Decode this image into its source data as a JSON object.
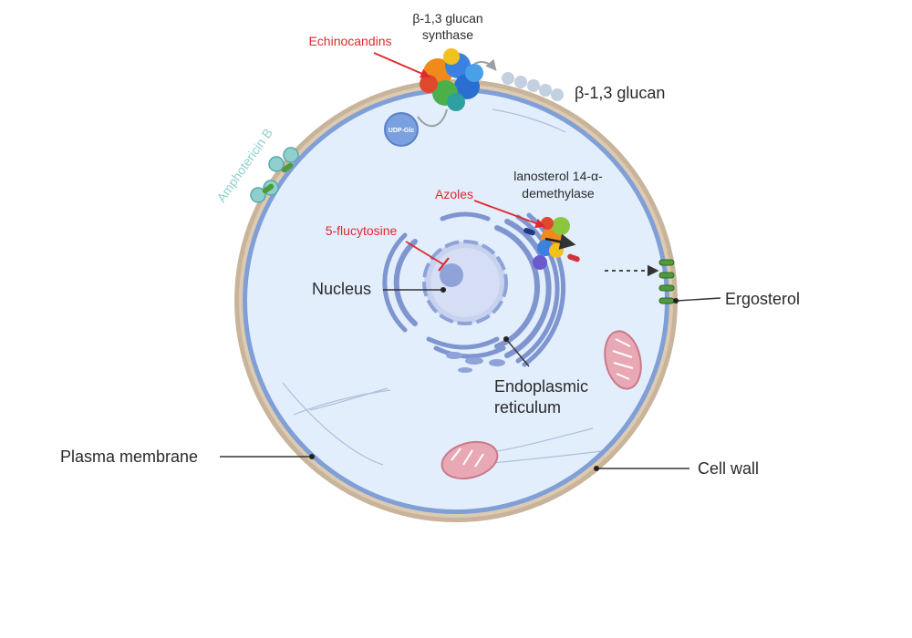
{
  "labels": {
    "synthase": [
      "β-1,3 glucan",
      "synthase"
    ],
    "echinocandins": "Echinocandins",
    "glucan": "β-1,3 glucan",
    "amphotericin": "Amphotericin B",
    "udp": "UDP-Glc",
    "lanosterol": [
      "lanosterol 14-α-",
      "demethylase"
    ],
    "azoles": "Azoles",
    "flucytosine": "5-flucytosine",
    "nucleus": "Nucleus",
    "ergosterol": "Ergosterol",
    "er": [
      "Endoplasmic",
      "reticulum"
    ],
    "plasma_membrane": "Plasma membrane",
    "cell_wall": "Cell wall"
  },
  "colors": {
    "drug_text": "#e0282e",
    "amphotericin_text": "#8fd0cf",
    "cell_wall": "#c8b49a",
    "plasma_membrane": "#7f9fd6",
    "cytoplasm": "#e3eefc",
    "er": "#7f95cf",
    "mitochondria": "#e8a9b5",
    "ergosterol": "#4f9a3a"
  }
}
